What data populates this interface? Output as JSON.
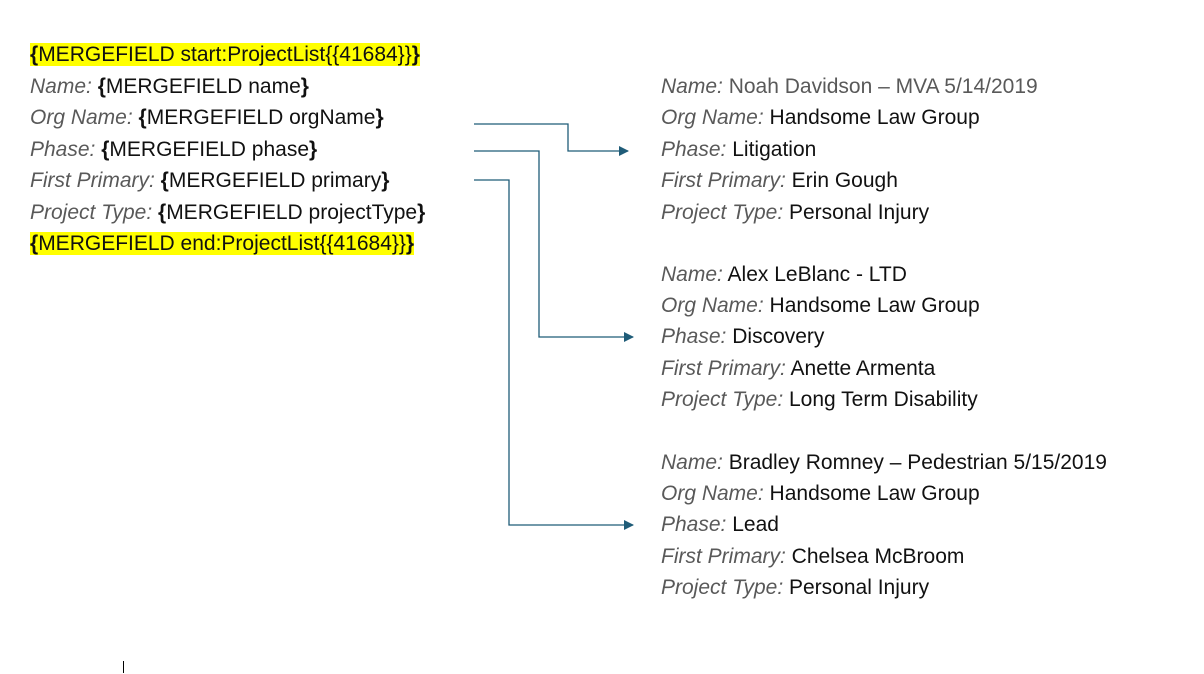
{
  "template": {
    "start_field": "MERGEFIELD start:ProjectList{{41684}}",
    "end_field": "MERGEFIELD end:ProjectList{{41684}}",
    "open_brace": "{",
    "close_brace": "}",
    "rows": [
      {
        "label": "Name:",
        "field": "MERGEFIELD name"
      },
      {
        "label": "Org Name:",
        "field": "MERGEFIELD orgName"
      },
      {
        "label": "Phase:",
        "field": "MERGEFIELD phase"
      },
      {
        "label": "First Primary:",
        "field": "MERGEFIELD primary"
      },
      {
        "label": "Project Type:",
        "field": "MERGEFIELD projectType"
      }
    ]
  },
  "records": [
    {
      "name_label": "Name:",
      "name": "Noah Davidson – MVA 5/14/2019",
      "org_label": "Org Name:",
      "org": "Handsome Law Group",
      "phase_label": "Phase:",
      "phase": "Litigation",
      "primary_label": "First Primary:",
      "primary": "Erin Gough",
      "type_label": "Project Type:",
      "type": "Personal Injury"
    },
    {
      "name_label": "Name:",
      "name": "Alex LeBlanc - LTD",
      "org_label": "Org Name:",
      "org": "Handsome Law Group",
      "phase_label": "Phase:",
      "phase": "Discovery",
      "primary_label": "First Primary:",
      "primary": "Anette Armenta",
      "type_label": "Project Type:",
      "type": "Long Term Disability"
    },
    {
      "name_label": "Name:",
      "name": "Bradley Romney – Pedestrian 5/15/2019",
      "org_label": "Org Name:",
      "org": "Handsome Law Group",
      "phase_label": "Phase:",
      "phase": "Lead",
      "primary_label": "First Primary:",
      "primary": "Chelsea McBroom",
      "type_label": "Project Type:",
      "type": "Personal Injury"
    }
  ],
  "colors": {
    "highlight": "#ffff00",
    "label": "#595959",
    "connector": "#1f5c78"
  }
}
